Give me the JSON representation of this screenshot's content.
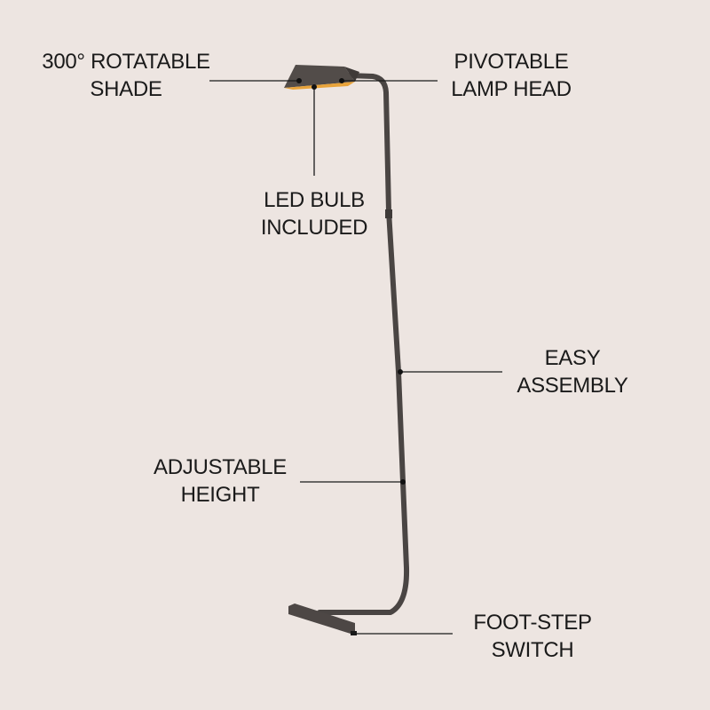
{
  "background_color": "#ede5e1",
  "lamp_color": "#4a4543",
  "accent_color": "#e8a33a",
  "callouts": [
    {
      "id": "rotatable-shade",
      "lines": [
        "300° ROTATABLE",
        "SHADE"
      ]
    },
    {
      "id": "pivotable-lamp-head",
      "lines": [
        "PIVOTABLE",
        "LAMP HEAD"
      ]
    },
    {
      "id": "led-bulb",
      "lines": [
        "LED BULB",
        "INCLUDED"
      ]
    },
    {
      "id": "easy-assembly",
      "lines": [
        "EASY",
        "ASSEMBLY"
      ]
    },
    {
      "id": "adjustable-height",
      "lines": [
        "ADJUSTABLE",
        "HEIGHT"
      ]
    },
    {
      "id": "foot-step-switch",
      "lines": [
        "FOOT-STEP",
        "SWITCH"
      ]
    }
  ]
}
